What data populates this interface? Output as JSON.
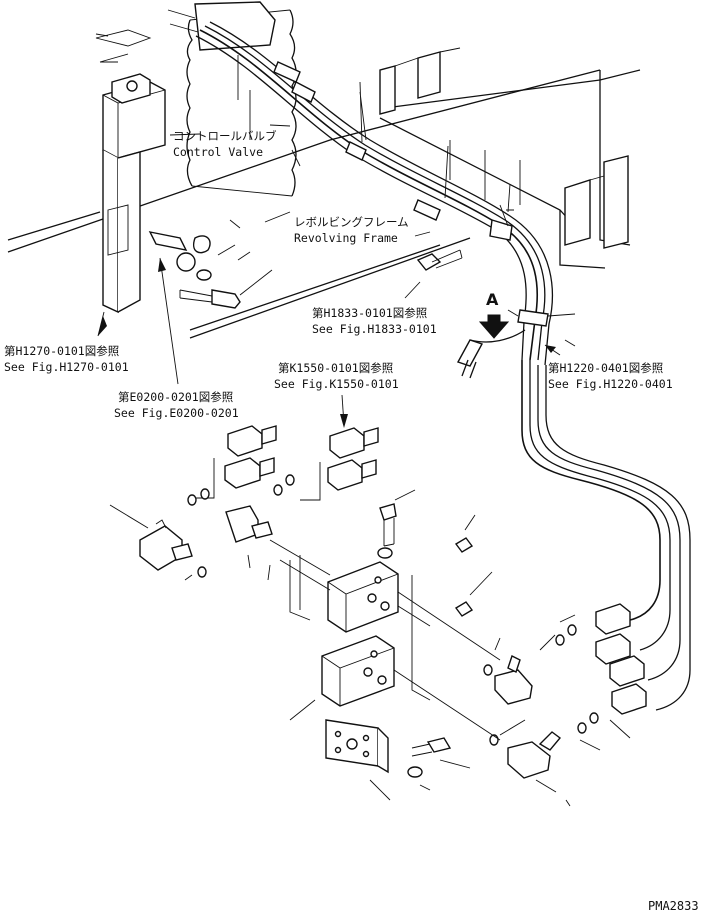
{
  "labels": {
    "control_valve_ja": "コントロールバルブ",
    "control_valve_en": "Control Valve",
    "revolving_frame_ja": "レボルビングフレーム",
    "revolving_frame_en": "Revolving Frame",
    "view_a": "A",
    "drawing_code": "PMA2833"
  },
  "references": [
    {
      "ja": "第H1270-0101図参照",
      "en": "See Fig.H1270-0101"
    },
    {
      "ja": "第E0200-0201図参照",
      "en": "See Fig.E0200-0201"
    },
    {
      "ja": "第H1833-0101図参照",
      "en": "See Fig.H1833-0101"
    },
    {
      "ja": "第K1550-0101図参照",
      "en": "See Fig.K1550-0101"
    },
    {
      "ja": "第H1220-0401図参照",
      "en": "See Fig.H1220-0401"
    }
  ]
}
